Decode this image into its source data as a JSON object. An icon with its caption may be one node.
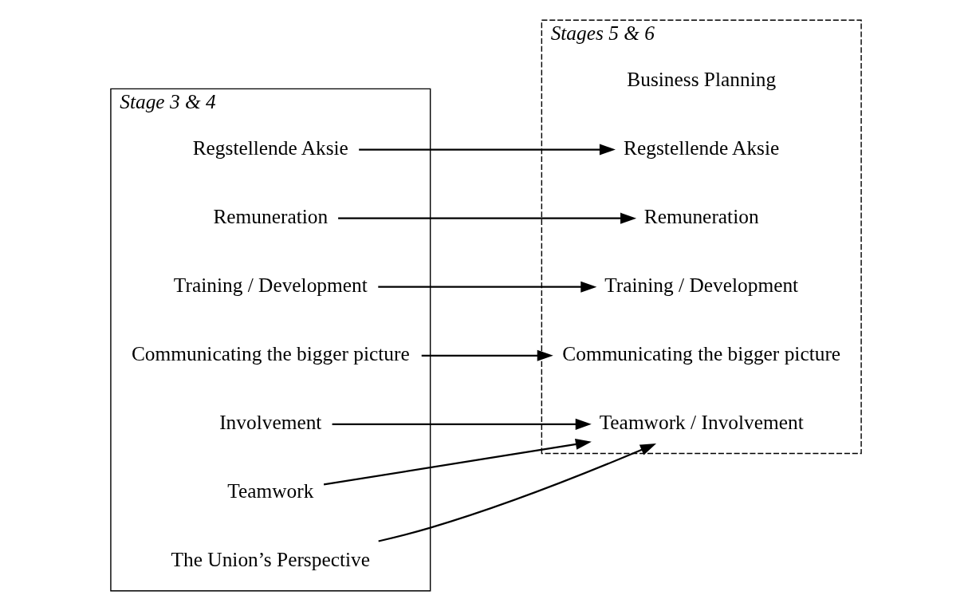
{
  "diagram": {
    "nodes": [
      {
        "text": [
          "Stage 3 & 4"
        ]
      },
      {
        "text": [
          "Regstellende Aksie"
        ],
        "in": 0
      },
      {
        "text": [
          "Remuneration"
        ],
        "in": 0
      },
      {
        "text": [
          "Training / Development"
        ],
        "in": 0
      },
      {
        "text": [
          "Communicating the bigger picture"
        ],
        "in": 0
      },
      {
        "text": [
          "Involvement"
        ],
        "in": 0
      },
      {
        "text": [
          "Teamwork"
        ],
        "in": 0
      },
      {
        "text": [
          "The Union’s Perspective"
        ],
        "in": 0
      },
      {
        "text": [
          "Stages 5 & 6"
        ]
      },
      {
        "text": [
          "Business Planning"
        ],
        "in": 8
      },
      {
        "text": [
          "Regstellende Aksie"
        ],
        "in": 8
      },
      {
        "text": [
          "Remuneration"
        ],
        "in": 8
      },
      {
        "text": [
          "Training / Development"
        ],
        "in": 8
      },
      {
        "text": [
          "Communicating the bigger picture"
        ],
        "in": 8
      },
      {
        "text": [
          "Teamwork / Involvement"
        ],
        "in": 8
      }
    ],
    "edges": [
      {
        "from": 1,
        "to": 10,
        "arrow": "to"
      },
      {
        "from": 2,
        "to": 11,
        "arrow": "to"
      },
      {
        "from": 3,
        "to": 12,
        "arrow": "to"
      },
      {
        "from": 4,
        "to": 13,
        "arrow": "to"
      },
      {
        "from": 5,
        "to": 14,
        "arrow": "to"
      },
      {
        "from": 6,
        "to": 14,
        "arrow": "to"
      },
      {
        "from": 7,
        "to": 14,
        "arrow": "to"
      }
    ]
  }
}
